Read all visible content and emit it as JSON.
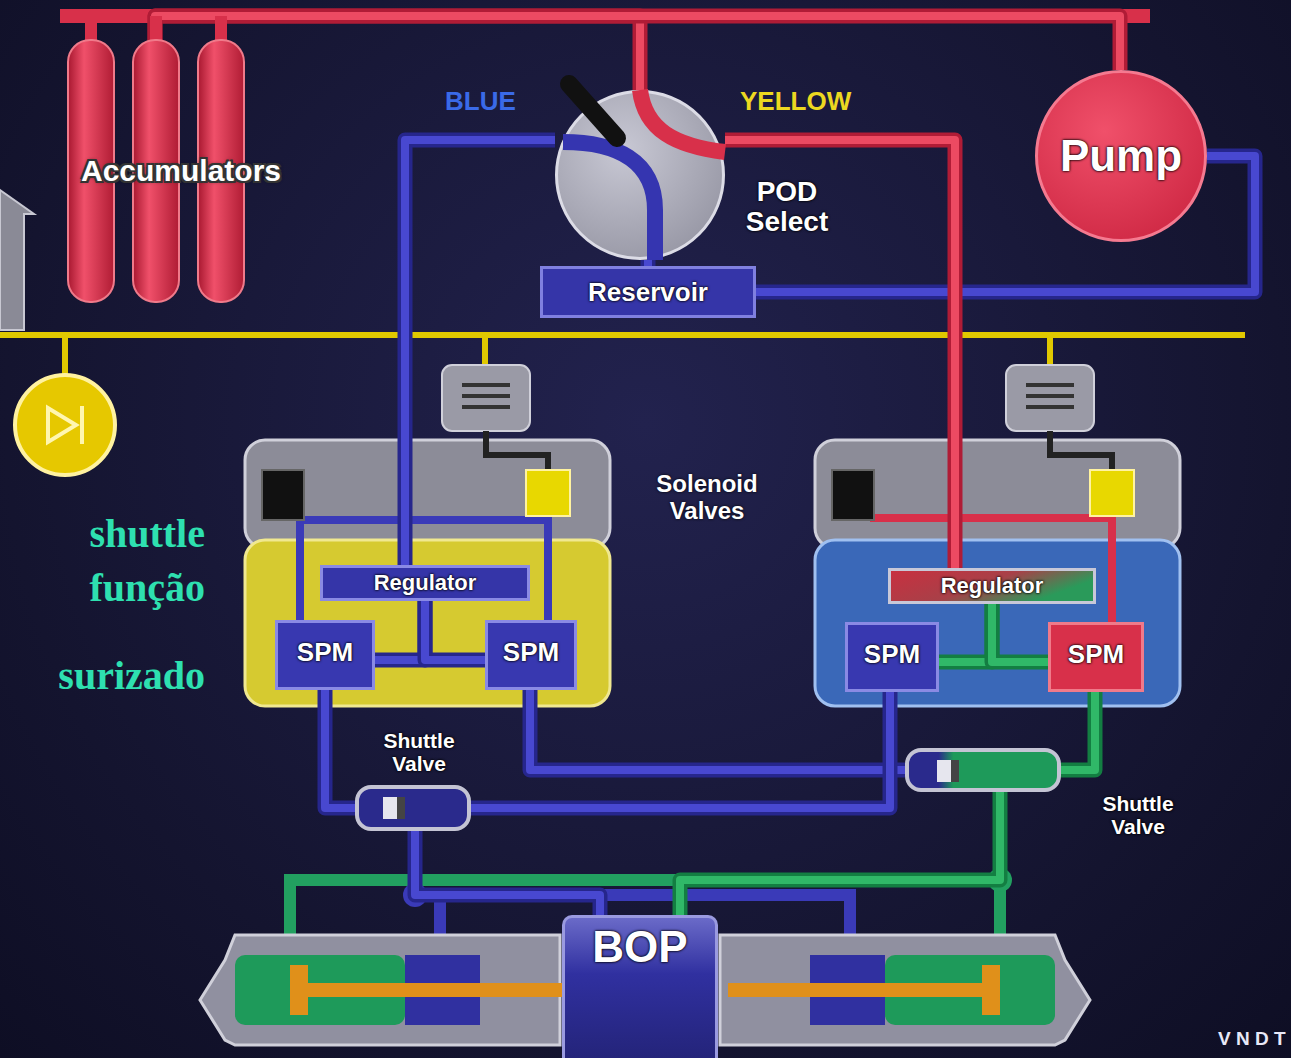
{
  "diagram": {
    "nodes": [
      {
        "text": [
          "Accumulators"
        ]
      },
      {
        "text": [
          "Pump"
        ]
      },
      {
        "text": [
          "POD Select"
        ]
      },
      {
        "text": [
          "Reservoir"
        ]
      },
      {
        "text": [
          "Regulator"
        ]
      },
      {
        "text": [
          "SPM"
        ]
      },
      {
        "text": [
          "SPM"
        ]
      },
      {
        "text": [
          "Regulator"
        ]
      },
      {
        "text": [
          "SPM"
        ]
      },
      {
        "text": [
          "SPM"
        ]
      },
      {
        "text": [
          "Shuttle Valve"
        ]
      },
      {
        "text": [
          "Shuttle Valve"
        ]
      },
      {
        "text": [
          "BOP"
        ]
      }
    ],
    "edges": [
      {
        "from": 0,
        "to": 2,
        "arrow": "none"
      },
      {
        "from": 1,
        "to": 0,
        "arrow": "none"
      },
      {
        "from": 1,
        "to": 3,
        "arrow": "none"
      },
      {
        "from": 2,
        "to": 3,
        "arrow": "none"
      },
      {
        "from": 2,
        "to": 4,
        "arrow": "none"
      },
      {
        "from": 2,
        "to": 7,
        "arrow": "none"
      },
      {
        "from": 4,
        "to": 5,
        "arrow": "none"
      },
      {
        "from": 4,
        "to": 6,
        "arrow": "none"
      },
      {
        "from": 7,
        "to": 8,
        "arrow": "none"
      },
      {
        "from": 7,
        "to": 9,
        "arrow": "none"
      },
      {
        "from": 5,
        "to": 10,
        "arrow": "none"
      },
      {
        "from": 6,
        "to": 11,
        "arrow": "none"
      },
      {
        "from": 8,
        "to": 10,
        "arrow": "none"
      },
      {
        "from": 9,
        "to": 11,
        "arrow": "none"
      },
      {
        "from": 10,
        "to": 12,
        "arrow": "none"
      },
      {
        "from": 11,
        "to": 12,
        "arrow": "none"
      }
    ],
    "labels": [
      "BLUE",
      "YELLOW",
      "Solenoid Valves",
      "shuttle",
      "função",
      "surizado",
      "V N D T"
    ]
  }
}
